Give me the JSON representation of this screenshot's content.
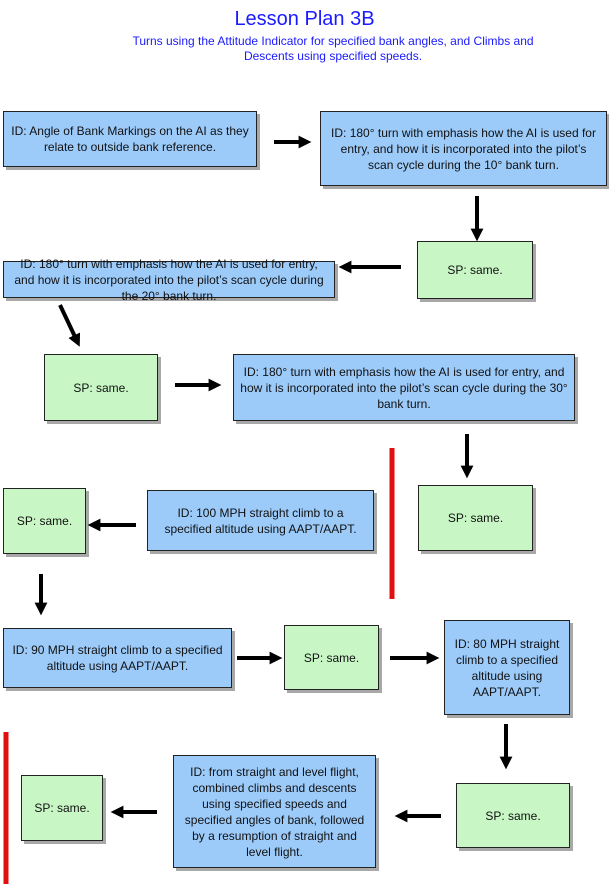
{
  "header": {
    "title": "Lesson Plan 3B",
    "subtitle": "Turns using the Attitude Indicator for specified bank angles, and Climbs and Descents using specified speeds."
  },
  "nodes": [
    {
      "id": "n1",
      "type": "ID",
      "text": "ID: Angle of Bank Markings on the AI as they relate to outside bank reference."
    },
    {
      "id": "n2",
      "type": "ID",
      "text": "ID: 180° turn with emphasis how the AI is used for entry, and how it is incorporated into the pilot’s scan cycle during the 10° bank turn."
    },
    {
      "id": "n3",
      "type": "SP",
      "text": "SP: same."
    },
    {
      "id": "n4",
      "type": "ID",
      "text": "ID: 180° turn with emphasis how the AI is used for entry, and how it is incorporated into the pilot’s scan cycle during the 20° bank turn."
    },
    {
      "id": "n5",
      "type": "SP",
      "text": "SP: same."
    },
    {
      "id": "n6",
      "type": "ID",
      "text": "ID: 180° turn with emphasis how the AI is used for entry, and how it is incorporated into the pilot’s scan cycle during the 30° bank turn."
    },
    {
      "id": "n7",
      "type": "SP",
      "text": "SP: same."
    },
    {
      "id": "n8",
      "type": "ID",
      "text": "ID: 100 MPH straight climb to a specified altitude using AAPT/AAPT."
    },
    {
      "id": "n9",
      "type": "SP",
      "text": "SP: same."
    },
    {
      "id": "n10",
      "type": "ID",
      "text": "ID: 90 MPH straight climb to a specified altitude using AAPT/AAPT."
    },
    {
      "id": "n11",
      "type": "SP",
      "text": "SP: same."
    },
    {
      "id": "n12",
      "type": "ID",
      "text": "ID: 80 MPH straight climb to a specified altitude using AAPT/AAPT."
    },
    {
      "id": "n13",
      "type": "SP",
      "text": "SP: same."
    },
    {
      "id": "n14",
      "type": "ID",
      "text": "ID: from straight and level flight, combined climbs and descents using specified speeds and specified angles of bank, followed by a resumption of straight and level flight."
    },
    {
      "id": "n15",
      "type": "SP",
      "text": "SP: same."
    }
  ],
  "edges": [
    [
      "n1",
      "n2"
    ],
    [
      "n2",
      "n3"
    ],
    [
      "n3",
      "n4"
    ],
    [
      "n4",
      "n5"
    ],
    [
      "n5",
      "n6"
    ],
    [
      "n6",
      "n7"
    ],
    [
      "n8",
      "n9"
    ],
    [
      "n9",
      "n10"
    ],
    [
      "n10",
      "n11"
    ],
    [
      "n11",
      "n12"
    ],
    [
      "n12",
      "n13"
    ],
    [
      "n13",
      "n14"
    ],
    [
      "n14",
      "n15"
    ]
  ],
  "colors": {
    "id_box": "#9ccbfa",
    "sp_box": "#c8f7c5",
    "title": "#1a1aff",
    "arrow": "#000000",
    "divider": "#e01010"
  }
}
